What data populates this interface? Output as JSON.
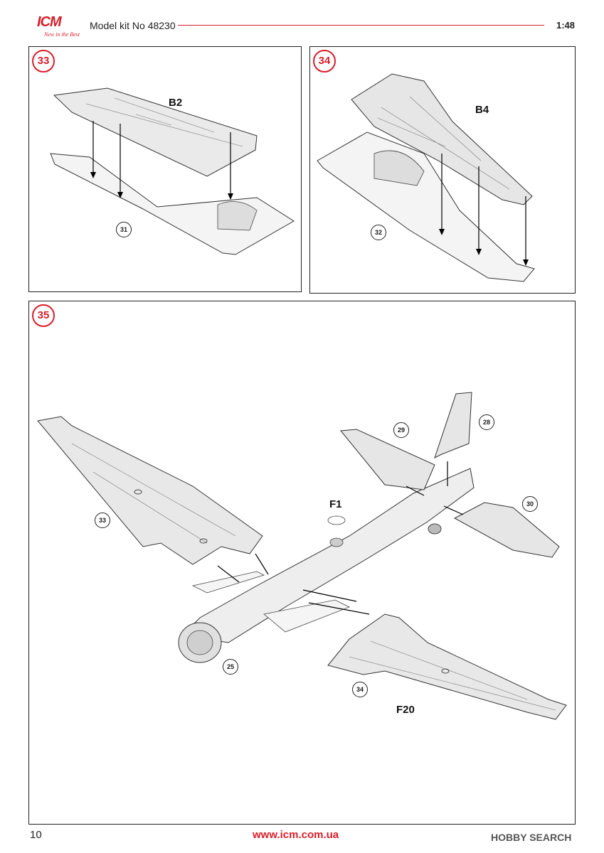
{
  "header": {
    "logo_text": "ICM",
    "logo_tagline": "New in the Best",
    "kit_title": "Model kit No 48230",
    "scale": "1:48",
    "accent_color": "#d81e2a"
  },
  "steps": [
    {
      "number": "33",
      "part": "B2",
      "refs": [
        "31"
      ]
    },
    {
      "number": "34",
      "part": "B4",
      "refs": [
        "32"
      ]
    },
    {
      "number": "35",
      "parts": [
        "F1",
        "F20"
      ],
      "refs": [
        "33",
        "29",
        "28",
        "30",
        "25",
        "34"
      ]
    }
  ],
  "footer": {
    "page_number": "10",
    "website": "www.icm.com.ua",
    "watermark": "HOBBY SEARCH"
  }
}
